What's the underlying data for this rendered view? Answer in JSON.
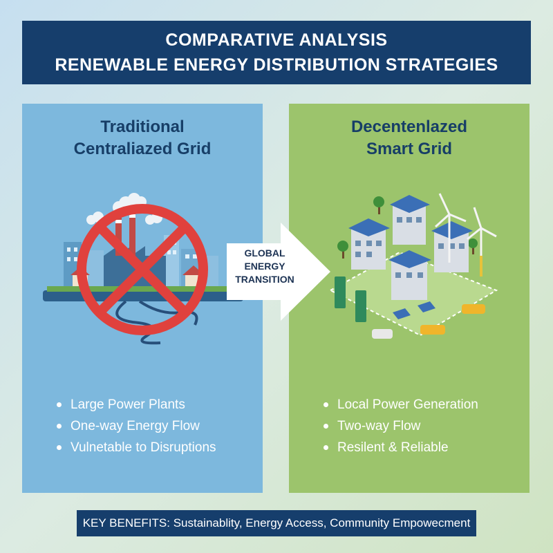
{
  "header": {
    "line1": "COMPARATIVE ANALYSIS",
    "line2": "RENEWABLE ENERGY DISTRIBUTION STRATEGIES"
  },
  "left_panel": {
    "title_line1": "Traditional",
    "title_line2": "Centraliazed Grid",
    "bullets": [
      "Large Power Plants",
      "One-way Energy Flow",
      "Vulnetable to Disruptions"
    ]
  },
  "right_panel": {
    "title_line1": "Decentenlazed",
    "title_line2": "Smart Grid",
    "bullets": [
      "Local Power Generation",
      "Two-way Flow",
      "Resilent & Reliable"
    ]
  },
  "arrow": {
    "line1": "GLOBAL",
    "line2": "ENERGY",
    "line3": "TRANSITION"
  },
  "footer": {
    "text": "KEY BENEFITS: Sustainablity, Energy Access, Community Empowecment"
  },
  "colors": {
    "header_bg": "#163e6c",
    "left_panel_bg": "#7db8dd",
    "right_panel_bg": "#9cc46c",
    "prohibition_red": "#e0413d",
    "title_text": "#173e67"
  },
  "icons": {
    "left": "prohibited-power-plant-icon",
    "right": "smart-grid-neighborhood-icon",
    "center": "right-arrow-icon"
  }
}
